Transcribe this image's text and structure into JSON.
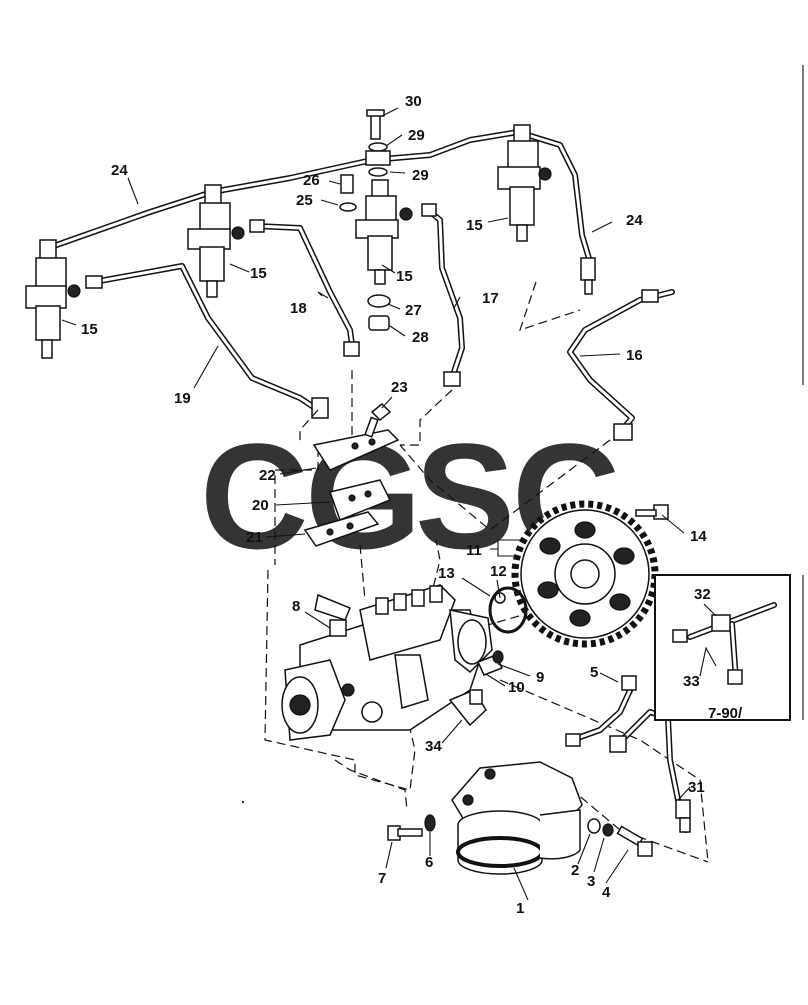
{
  "watermark": {
    "letters": [
      "C",
      "G",
      "S",
      "C"
    ],
    "colors": [
      "#4d8cf5",
      "#ea4335",
      "#fbd34d",
      "#34a853"
    ]
  },
  "callouts": [
    "1",
    "2",
    "3",
    "4",
    "5",
    "6",
    "7",
    "8",
    "9",
    "10",
    "11",
    "12",
    "13",
    "14",
    "15",
    "16",
    "17",
    "18",
    "19",
    "20",
    "21",
    "22",
    "23",
    "24",
    "25",
    "26",
    "27",
    "28",
    "29",
    "30",
    "31",
    "32",
    "33",
    "34"
  ],
  "inset": {
    "caption": "7-90/"
  }
}
